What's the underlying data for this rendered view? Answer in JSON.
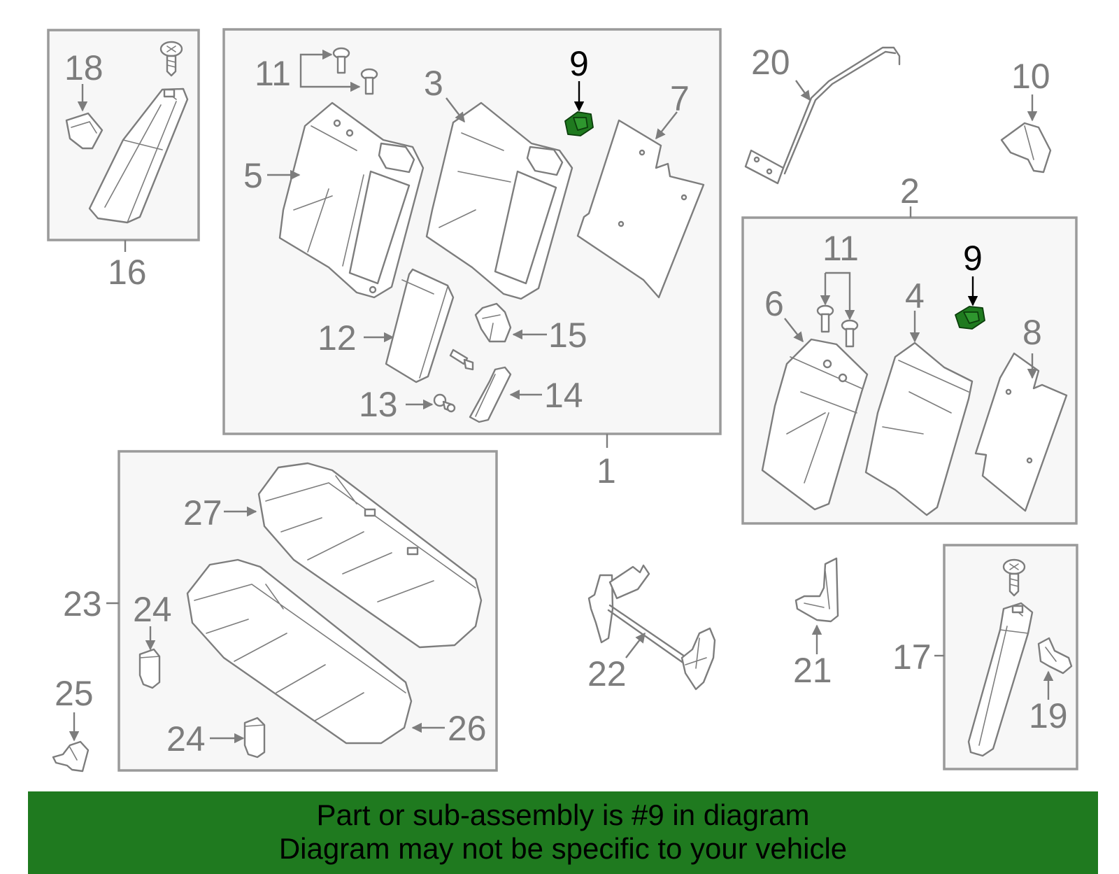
{
  "diagram": {
    "callouts": {
      "c1": "1",
      "c2": "2",
      "c3": "3",
      "c4": "4",
      "c5": "5",
      "c6": "6",
      "c7": "7",
      "c8": "8",
      "c9a": "9",
      "c9b": "9",
      "c10": "10",
      "c11a": "11",
      "c11b": "11",
      "c12": "12",
      "c13": "13",
      "c14": "14",
      "c15": "15",
      "c16": "16",
      "c17": "17",
      "c18": "18",
      "c19": "19",
      "c20": "20",
      "c21": "21",
      "c22": "22",
      "c23": "23",
      "c24a": "24",
      "c24b": "24",
      "c25": "25",
      "c26": "26",
      "c27": "27"
    },
    "highlight_part": "9",
    "colors": {
      "line": "#7d7d7d",
      "highlight_label": "#000000",
      "highlight_part": "#1f7a1f",
      "banner": "#1f7a1f"
    }
  },
  "banner": {
    "line1": "Part or sub-assembly is #9 in diagram",
    "line2": "Diagram may not be specific to your vehicle"
  }
}
